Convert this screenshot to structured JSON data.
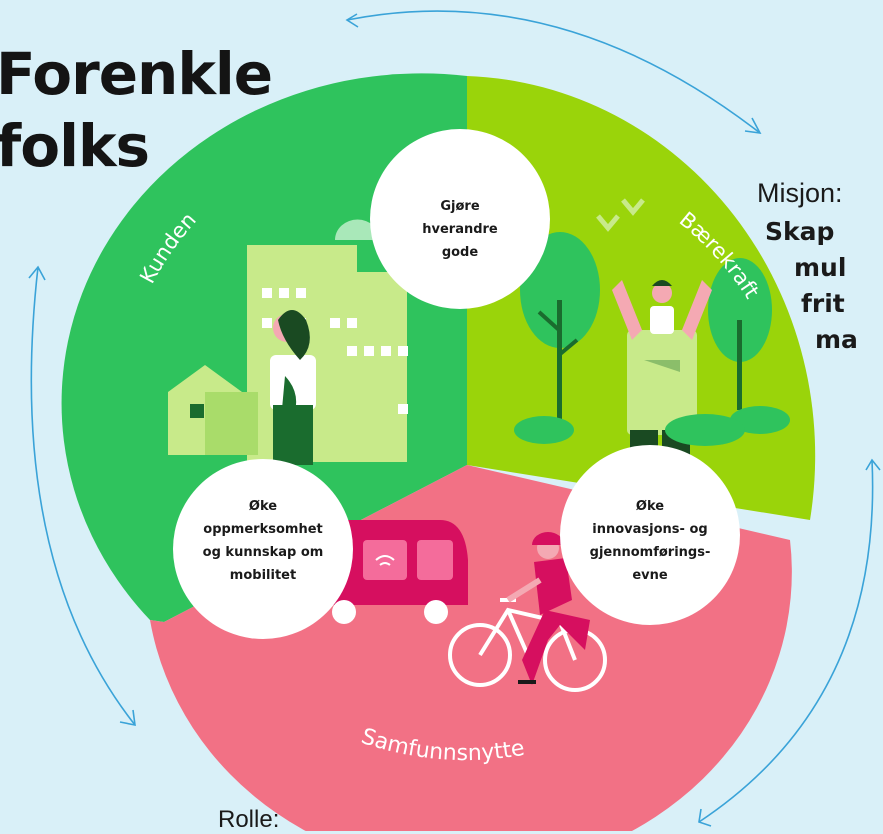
{
  "headline": {
    "line1": "Forenkle",
    "line2": "folks"
  },
  "mission": {
    "prefix": "Misjon:",
    "lines": [
      "Skap",
      "mul",
      "frit",
      "ma"
    ]
  },
  "role": {
    "prefix": "Rolle:"
  },
  "segments": {
    "customer": "Kunden",
    "sustainability": "Bærekraft",
    "society": "Samfunnsnytte"
  },
  "goals": {
    "top": [
      "Gjøre",
      "hverandre",
      "gode"
    ],
    "left": [
      "Øke",
      "oppmerksomhet",
      "og kunnskap om",
      "mobilitet"
    ],
    "right": [
      "Øke",
      "innovasjons- og",
      "gjennomførings-",
      "evne"
    ]
  },
  "colors": {
    "background": "#d9f0f8",
    "customer": "#2fc35d",
    "sustainability": "#9ad40a",
    "society": "#f27185",
    "arrow": "#3aa3d8",
    "text": "#141414"
  }
}
